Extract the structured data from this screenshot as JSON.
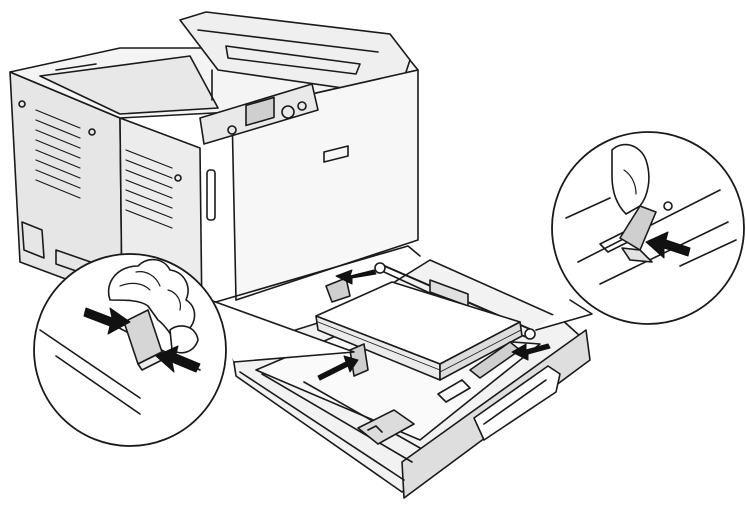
{
  "illustration": {
    "kind": "printer-paper-tray-loading",
    "line_color": "#1a1a1a",
    "shade_color": "#d9d9d9",
    "light_shade": "#efefef",
    "arrow_color": "#111111",
    "callouts": [
      "left-guide-squeeze-detail",
      "right-guide-squeeze-detail"
    ]
  }
}
